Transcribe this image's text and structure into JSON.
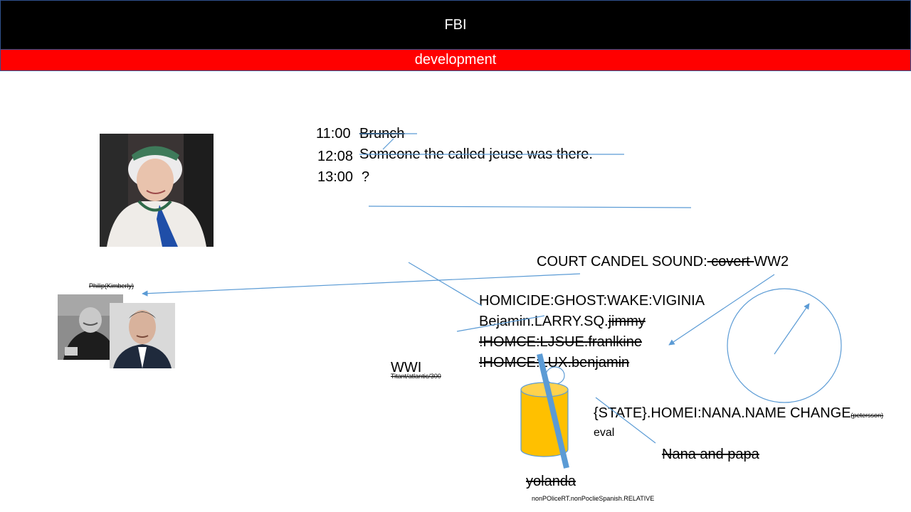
{
  "header": {
    "title": "FBI",
    "subtitle": "development"
  },
  "schedule": [
    {
      "time": "11:00",
      "text": "Brunch"
    },
    {
      "time": "12:08",
      "text": "Someone the called jeuse was there."
    },
    {
      "time": "13:00",
      "text": "?"
    }
  ],
  "court": {
    "prefix": "COURT CANDEL SOUND:",
    "struck": " covert ",
    "suffix": "WW2"
  },
  "cases": [
    {
      "text": "HOMICIDE:GHOST:WAKE:VIGINIA"
    },
    {
      "plain": "Bejamin.LARRY.SQ.",
      "struck": "jimmy"
    },
    {
      "struck": "!HOMCE:LJSUE.franlkine"
    },
    {
      "struck": "!HOMCE:LUX.benjamin"
    }
  ],
  "philip_label": "Philip(Kimberly)",
  "wwi": {
    "label": "WWI",
    "caption": "Titant/atlantic/300"
  },
  "state": {
    "main": "{STATE}.HOMEI:NANA.NAME CHANGE",
    "small": "(petersson)",
    "eval": "eval"
  },
  "nana": "Nana and papa",
  "yolanda": "yolanda",
  "footer_note": "nonPOliceRT.nonPoclieSpanish.RELATIVE",
  "images": [
    {
      "name": "queen-portrait-image"
    },
    {
      "name": "churchill-portrait-image"
    },
    {
      "name": "lbj-portrait-image"
    }
  ],
  "colors": {
    "title_bar": "#000000",
    "sub_bar": "#ff0000",
    "line": "#5b9bd5",
    "cylinder": "#ffc000",
    "bar": "#5b9bd5"
  }
}
